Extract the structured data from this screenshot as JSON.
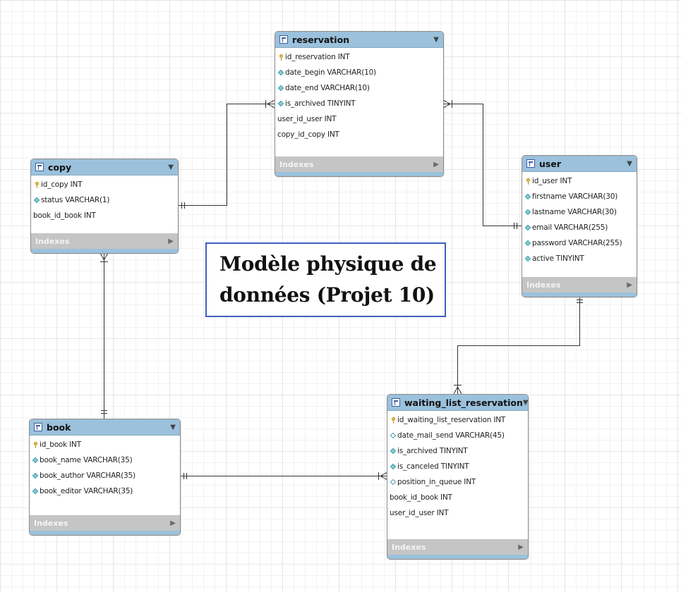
{
  "diagram": {
    "title_lines": [
      "Modèle physique de",
      "données (Projet 10)"
    ],
    "indexes_label": "Indexes",
    "tables": {
      "reservation": {
        "name": "reservation",
        "columns": [
          {
            "icon": "key-icon",
            "text": "id_reservation INT"
          },
          {
            "icon": "column-icon",
            "text": "date_begin VARCHAR(10)"
          },
          {
            "icon": "column-icon",
            "text": "date_end VARCHAR(10)"
          },
          {
            "icon": "column-icon",
            "text": "is_archived TINYINT"
          },
          {
            "icon": "none",
            "text": "user_id_user INT"
          },
          {
            "icon": "none",
            "text": "copy_id_copy INT"
          }
        ]
      },
      "copy": {
        "name": "copy",
        "columns": [
          {
            "icon": "key-icon",
            "text": "id_copy INT"
          },
          {
            "icon": "column-icon",
            "text": "status VARCHAR(1)"
          },
          {
            "icon": "none",
            "text": "book_id_book INT"
          }
        ]
      },
      "user": {
        "name": "user",
        "columns": [
          {
            "icon": "key-icon",
            "text": "id_user INT"
          },
          {
            "icon": "column-icon",
            "text": "firstname VARCHAR(30)"
          },
          {
            "icon": "column-icon",
            "text": "lastname VARCHAR(30)"
          },
          {
            "icon": "column-icon",
            "text": "email VARCHAR(255)"
          },
          {
            "icon": "column-icon",
            "text": "password VARCHAR(255)"
          },
          {
            "icon": "column-icon",
            "text": "active TINYINT"
          }
        ]
      },
      "book": {
        "name": "book",
        "columns": [
          {
            "icon": "key-icon",
            "text": "id_book INT"
          },
          {
            "icon": "column-icon",
            "text": "book_name VARCHAR(35)"
          },
          {
            "icon": "column-icon",
            "text": "book_author VARCHAR(35)"
          },
          {
            "icon": "column-icon",
            "text": "book_editor VARCHAR(35)"
          }
        ]
      },
      "waiting_list_reservation": {
        "name": "waiting_list_reservation",
        "columns": [
          {
            "icon": "key-icon",
            "text": "id_waiting_list_reservation INT"
          },
          {
            "icon": "nullable-column-icon",
            "text": "date_mail_send VARCHAR(45)"
          },
          {
            "icon": "column-icon",
            "text": "is_archived TINYINT"
          },
          {
            "icon": "column-icon",
            "text": "is_canceled TINYINT"
          },
          {
            "icon": "nullable-column-icon",
            "text": "position_in_queue INT"
          },
          {
            "icon": "none",
            "text": "book_id_book INT"
          },
          {
            "icon": "none",
            "text": "user_id_user INT"
          }
        ]
      }
    },
    "relationships": [
      {
        "from": "copy",
        "to": "reservation",
        "from_end": "one-mandatory",
        "to_end": "one-or-many"
      },
      {
        "from": "user",
        "to": "reservation",
        "from_end": "one-mandatory",
        "to_end": "one-or-many"
      },
      {
        "from": "book",
        "to": "copy",
        "from_end": "one-mandatory",
        "to_end": "one-or-many"
      },
      {
        "from": "book",
        "to": "waiting_list_reservation",
        "from_end": "one-mandatory",
        "to_end": "one-or-many"
      },
      {
        "from": "user",
        "to": "waiting_list_reservation",
        "from_end": "one-mandatory",
        "to_end": "one-or-many"
      }
    ]
  }
}
